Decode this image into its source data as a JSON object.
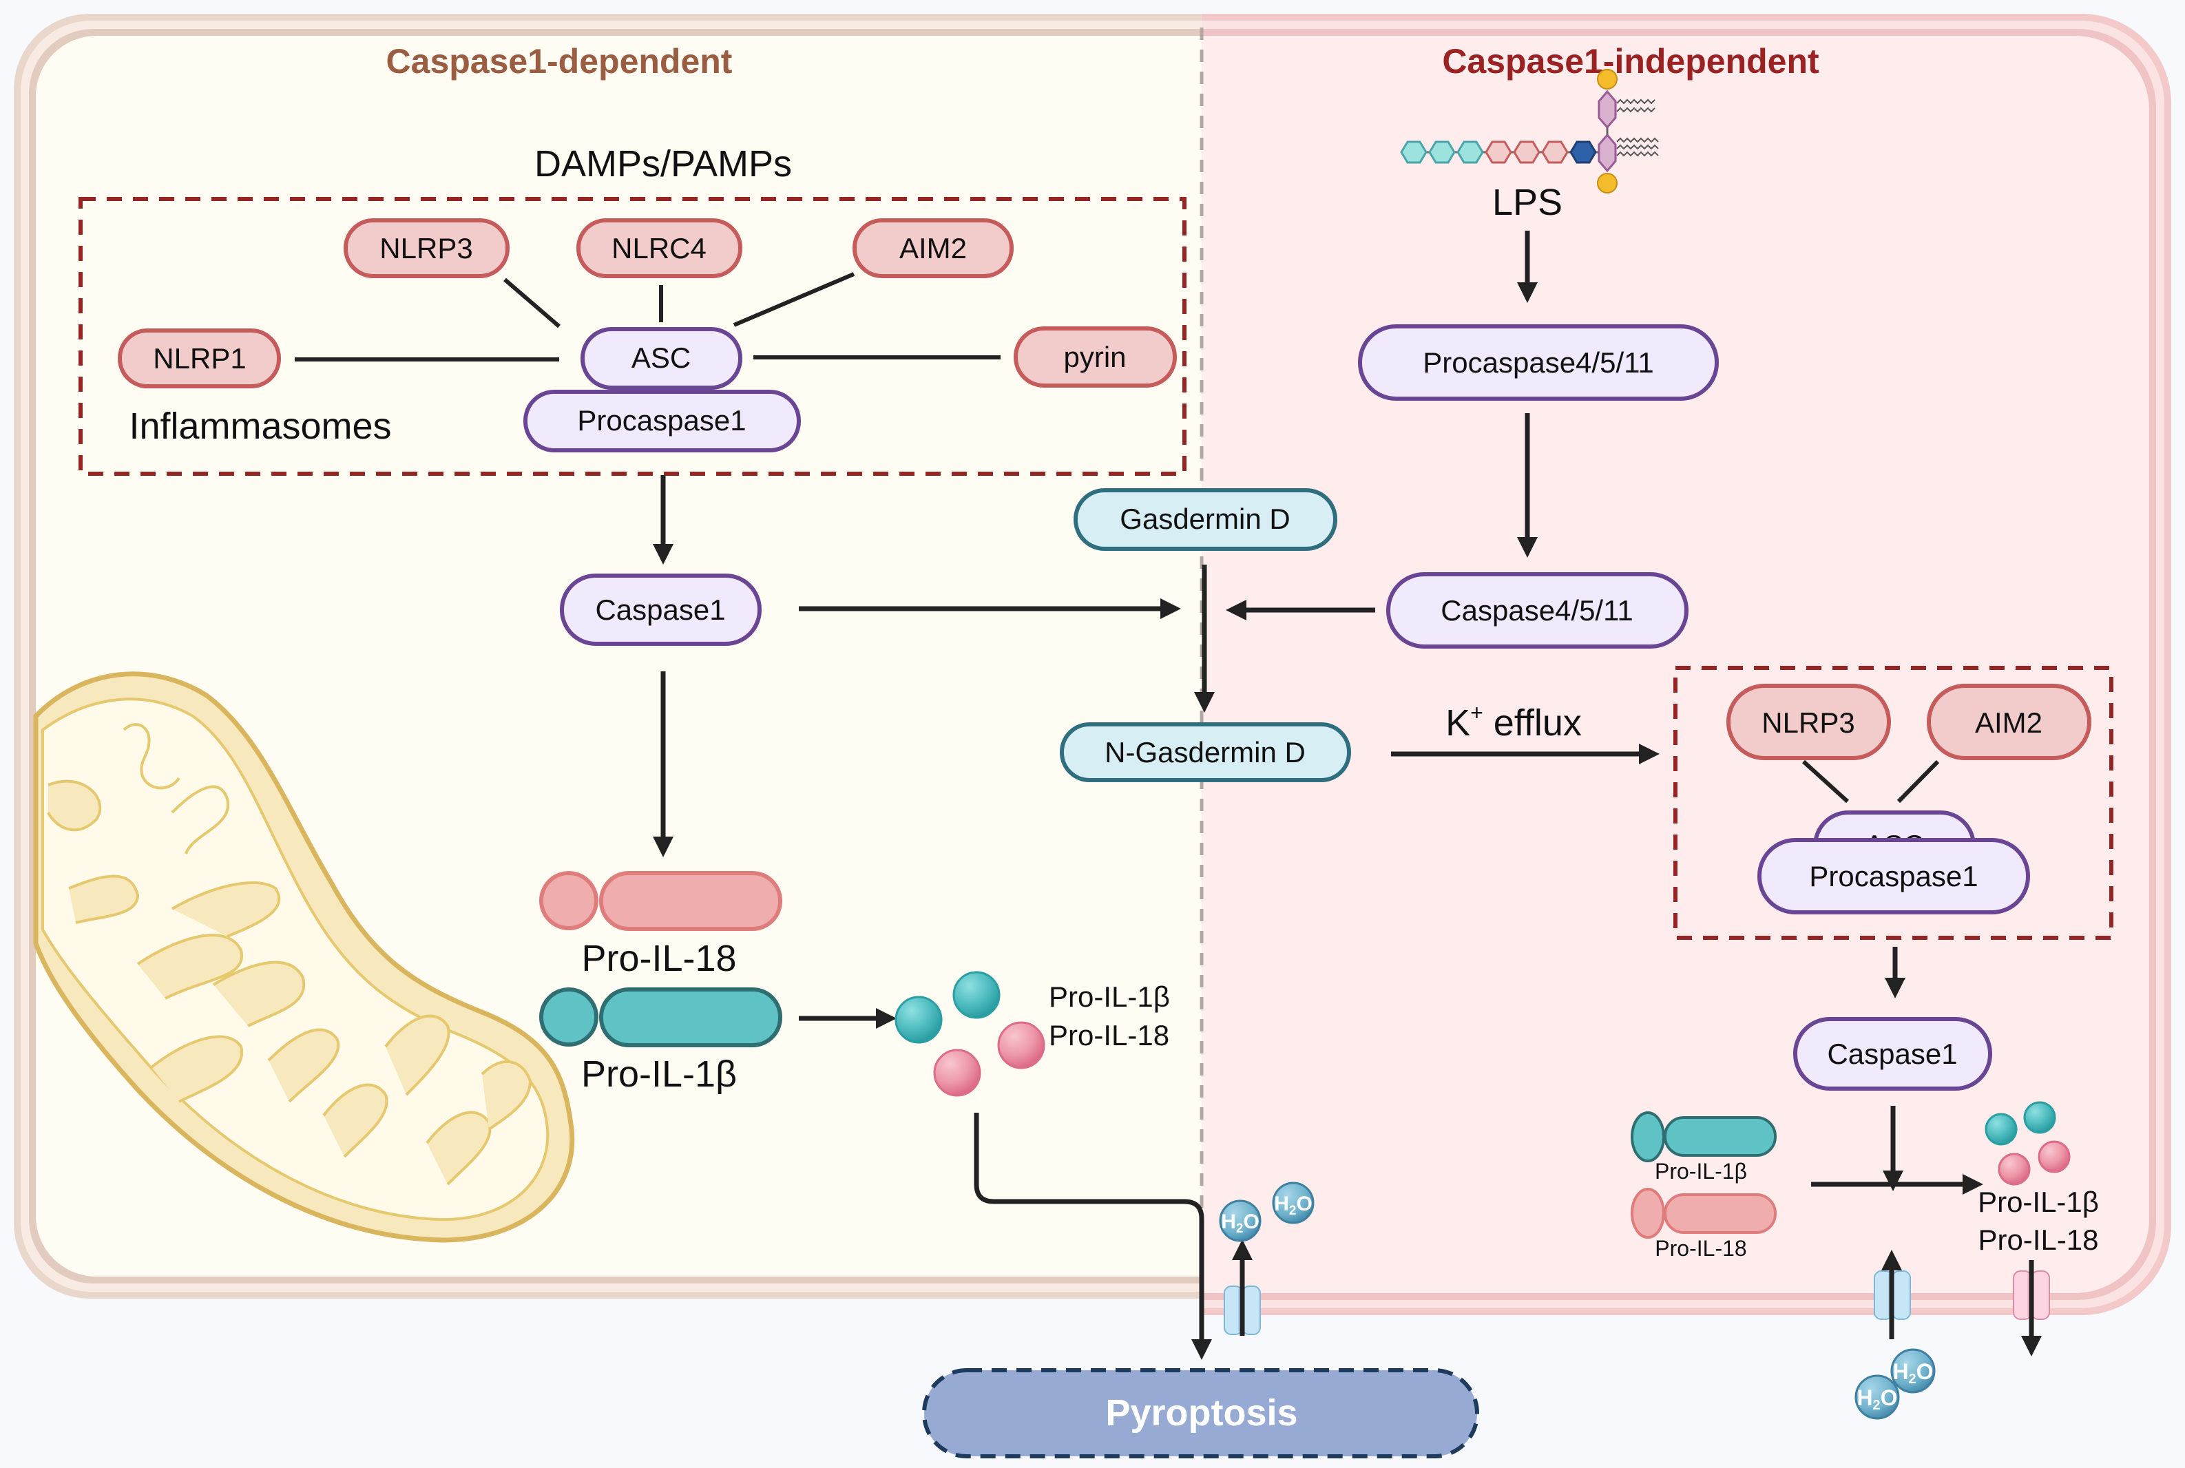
{
  "colors": {
    "left_title": "#9a5d42",
    "right_title": "#9b2223",
    "left_bg": "#fffcf3",
    "right_bg": "#ffeded",
    "receptor_fill": "#f2cbcb",
    "receptor_stroke": "#c65b5b",
    "caspase_fill": "#f0eafc",
    "caspase_stroke": "#6a4593",
    "gasdermin_fill": "#d7eef4",
    "gasdermin_stroke": "#2f6e7e",
    "teal": "#5fc3c6",
    "pink": "#efadad",
    "pyroptosis_fill": "#97aad4",
    "dashed_box": "#962523"
  },
  "panels": {
    "left_title": "Caspase1-dependent",
    "right_title": "Caspase1-independent"
  },
  "left": {
    "stimulus": "DAMPs/PAMPs",
    "inflammasome_label": "Inflammasomes",
    "sensors": [
      "NLRP3",
      "NLRC4",
      "AIM2",
      "NLRP1",
      "pyrin"
    ],
    "adaptor": "ASC",
    "procaspase": "Procaspase1",
    "caspase": "Caspase1",
    "pro_il18": "Pro-IL-18",
    "pro_il1b": "Pro-IL-1β",
    "mature_labels": [
      "Pro-IL-1β",
      "Pro-IL-18"
    ],
    "organelle": "mitochondrion"
  },
  "center": {
    "gasdermin": "Gasdermin D",
    "n_gasdermin": "N-Gasdermin D",
    "k_efflux_k": "K",
    "k_efflux_sup": "+",
    "k_efflux_rest": " efflux",
    "outcome": "Pyroptosis",
    "water": "H₂O"
  },
  "right": {
    "stimulus": "LPS",
    "procaspase": "Procaspase4/5/11",
    "caspase": "Caspase4/5/11",
    "sensors": [
      "NLRP3",
      "AIM2"
    ],
    "adaptor": "ASC",
    "procaspase1": "Procaspase1",
    "caspase1": "Caspase1",
    "pro_il1b": "Pro-IL-1β",
    "pro_il18": "Pro-IL-18",
    "mature_labels": [
      "Pro-IL-1β",
      "Pro-IL-18"
    ]
  },
  "water_label": {
    "h": "H",
    "sub": "2",
    "o": "O"
  }
}
